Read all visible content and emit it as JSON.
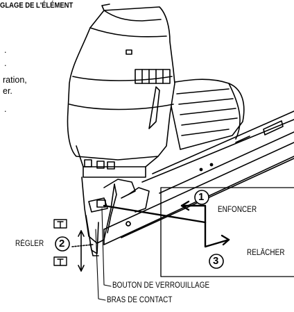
{
  "title": "GLAGE DE L'ÉLÉMENT",
  "left_text_lines": [
    ".",
    ".",
    "ration,",
    "er.",
    "."
  ],
  "steps": [
    {
      "number": "1",
      "label": "ENFONCER"
    },
    {
      "number": "2",
      "label": "RÉGLER"
    },
    {
      "number": "3",
      "label": "RELÂCHER"
    }
  ],
  "callouts": {
    "lock_button": "BOUTON DE VERROUILLAGE",
    "contact_arm": "BRAS DE CONTACT"
  }
}
